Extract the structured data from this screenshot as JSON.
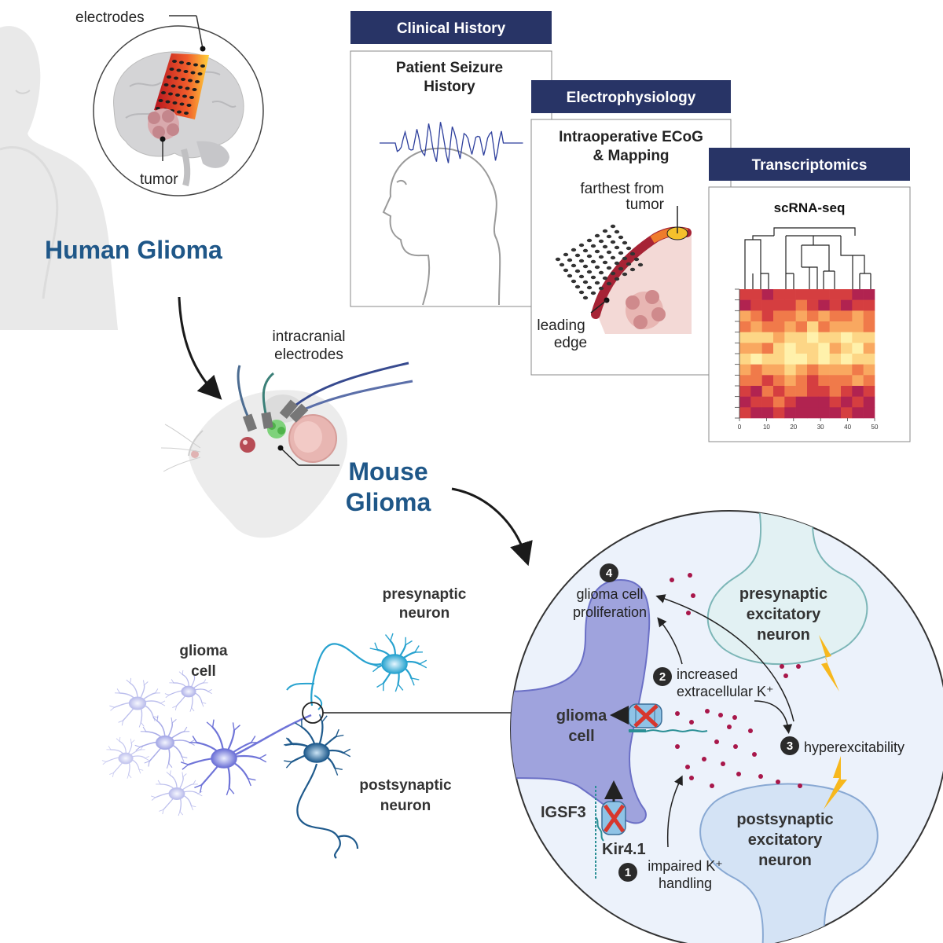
{
  "human": {
    "label_electrodes": "electrodes",
    "label_tumor": "tumor",
    "title": "Human Glioma"
  },
  "panels": {
    "clinical": {
      "header": "Clinical History",
      "title_line1": "Patient Seizure",
      "title_line2": "History"
    },
    "electro": {
      "header": "Electrophysiology",
      "title_line1": "Intraoperative ECoG",
      "title_line2": "& Mapping",
      "farthest_line1": "farthest from",
      "farthest_line2": "tumor",
      "leading_line1": "leading",
      "leading_line2": "edge"
    },
    "transcript": {
      "header": "Transcriptomics",
      "title": "scRNA-seq",
      "ticks": [
        "0",
        "10",
        "20",
        "30",
        "40",
        "50"
      ]
    }
  },
  "mouse": {
    "electrodes_line1": "intracranial",
    "electrodes_line2": "electrodes",
    "title_line1": "Mouse",
    "title_line2": "Glioma"
  },
  "cells": {
    "glioma_line1": "glioma",
    "glioma_line2": "cell",
    "pre_line1": "presynaptic",
    "pre_line2": "neuron",
    "post_line1": "postsynaptic",
    "post_line2": "neuron"
  },
  "zoom": {
    "step4_num": "4",
    "step4_line1": "glioma cell",
    "step4_line2": "proliferation",
    "pre_line1": "presynaptic",
    "pre_line2": "excitatory",
    "pre_line3": "neuron",
    "step2_num": "2",
    "step2_line1": "increased",
    "step2_line2": "extracellular K⁺",
    "glioma_line1": "glioma",
    "glioma_line2": "cell",
    "step3_num": "3",
    "step3_label": "hyperexcitability",
    "igsf3": "IGSF3",
    "kir": "Kir4.1",
    "post_line1": "postsynaptic",
    "post_line2": "excitatory",
    "post_line3": "neuron",
    "step1_num": "1",
    "step1_line1": "impaired K⁺",
    "step1_line2": "handling"
  },
  "heatmap": {
    "rows": 12,
    "cols": 12,
    "palette": [
      "#fff1ab",
      "#fdd686",
      "#f9a860",
      "#f07a4a",
      "#d53e40",
      "#b12350"
    ],
    "values": [
      [
        4,
        4,
        5,
        4,
        4,
        4,
        4,
        4,
        4,
        4,
        5,
        5
      ],
      [
        5,
        4,
        4,
        4,
        4,
        3,
        4,
        5,
        4,
        5,
        4,
        4
      ],
      [
        2,
        3,
        4,
        3,
        3,
        2,
        3,
        2,
        3,
        3,
        2,
        3
      ],
      [
        3,
        2,
        3,
        3,
        2,
        3,
        1,
        3,
        2,
        2,
        2,
        3
      ],
      [
        1,
        1,
        1,
        2,
        1,
        1,
        0,
        1,
        1,
        0,
        1,
        1
      ],
      [
        2,
        2,
        3,
        1,
        0,
        1,
        1,
        0,
        2,
        1,
        0,
        2
      ],
      [
        1,
        0,
        1,
        1,
        0,
        0,
        1,
        0,
        1,
        0,
        1,
        1
      ],
      [
        2,
        3,
        2,
        2,
        1,
        2,
        3,
        2,
        2,
        2,
        3,
        2
      ],
      [
        3,
        3,
        4,
        3,
        2,
        3,
        4,
        3,
        3,
        3,
        2,
        3
      ],
      [
        4,
        5,
        3,
        4,
        3,
        3,
        4,
        4,
        3,
        4,
        5,
        4
      ],
      [
        5,
        4,
        4,
        3,
        4,
        5,
        5,
        5,
        4,
        5,
        4,
        5
      ],
      [
        4,
        5,
        5,
        4,
        5,
        5,
        5,
        5,
        5,
        4,
        5,
        5
      ]
    ]
  },
  "colors": {
    "header_navy": "#283466",
    "title_blue": "#1f5788",
    "glioma_purple": "#7b7fd6",
    "potassium": "#a8174a"
  }
}
